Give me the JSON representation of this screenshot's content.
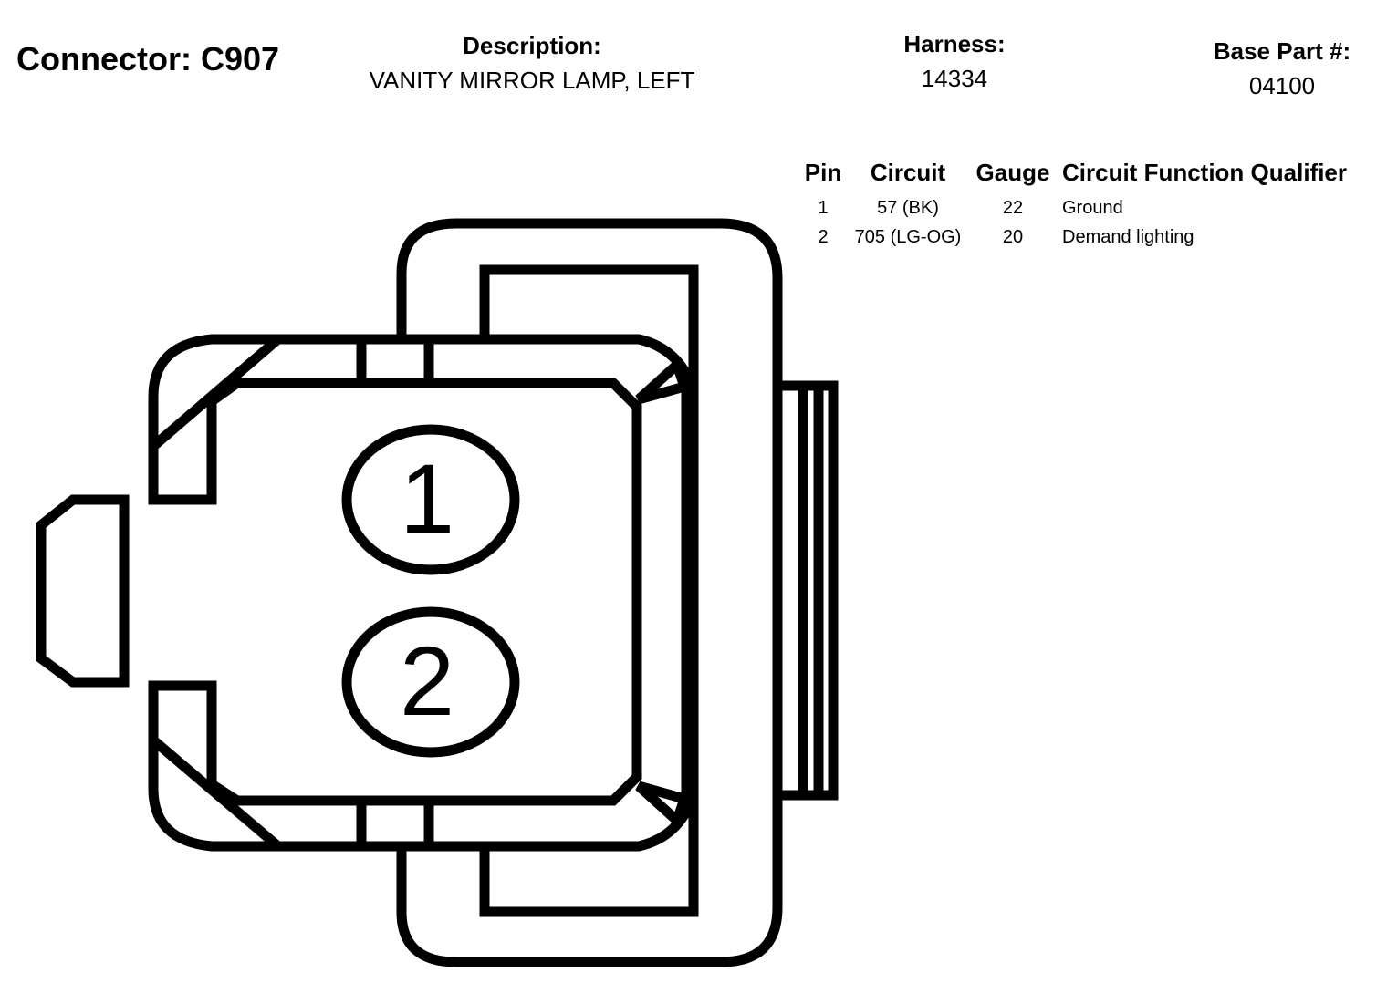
{
  "header": {
    "connector": "Connector: C907",
    "description_label": "Description:",
    "description": "VANITY MIRROR LAMP, LEFT",
    "harness_label": "Harness:",
    "harness": "14334",
    "base_part_label": "Base Part #:",
    "base_part": "04100"
  },
  "pin_table": {
    "columns": [
      "Pin",
      "Circuit",
      "Gauge",
      "Circuit Function Qualifier"
    ],
    "rows": [
      {
        "pin": "1",
        "circuit": "57 (BK)",
        "gauge": "22",
        "function": "Ground"
      },
      {
        "pin": "2",
        "circuit": "705 (LG-OG)",
        "gauge": "20",
        "function": "Demand lighting"
      }
    ]
  },
  "diagram": {
    "pin_labels": [
      "1",
      "2"
    ]
  },
  "colors": {
    "line": "#000000",
    "background": "#ffffff"
  }
}
